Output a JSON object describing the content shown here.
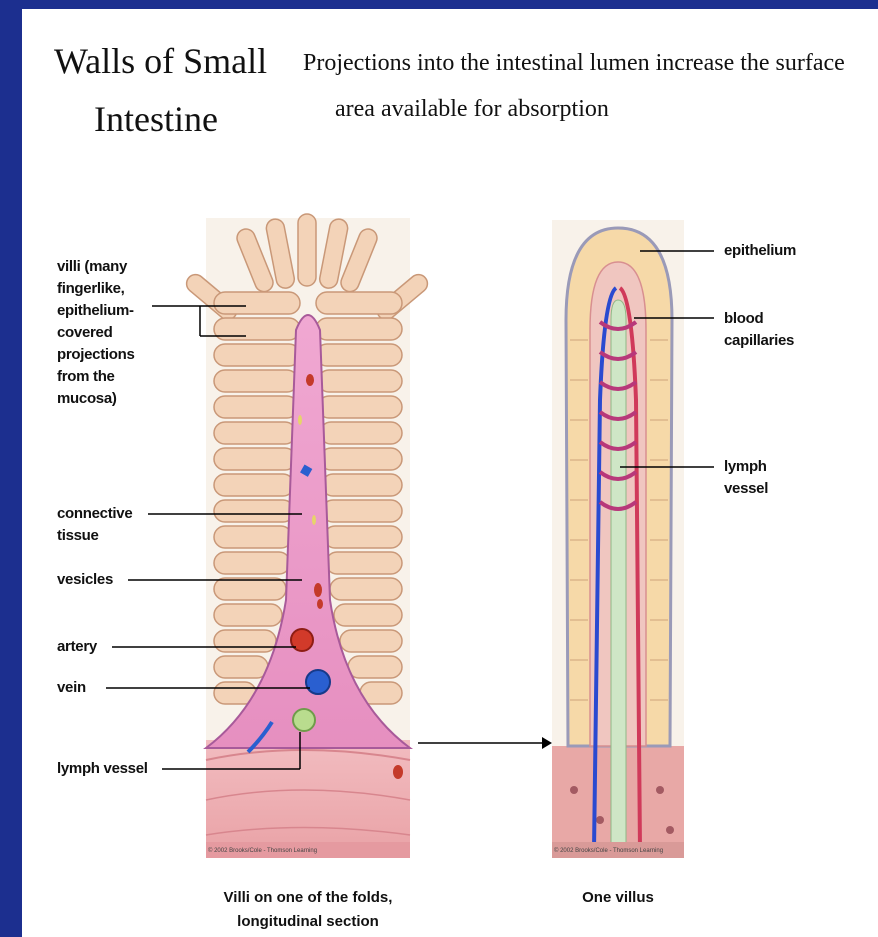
{
  "title": {
    "line1": "Walls of Small",
    "line2": "Intestine"
  },
  "subtitle": {
    "line1": "Projections into the intestinal lumen increase the surface",
    "line2": "area available for absorption"
  },
  "left_labels": {
    "villi": [
      "villi (many",
      "fingerlike,",
      "epithelium-",
      "covered",
      "projections",
      "from the",
      "mucosa)"
    ],
    "connective": [
      "connective",
      "tissue"
    ],
    "vesicles": "vesicles",
    "artery": "artery",
    "vein": "vein",
    "lymph_vessel": "lymph vessel"
  },
  "right_labels": {
    "epithelium": "epithelium",
    "blood": [
      "blood",
      "capillaries"
    ],
    "lymph": [
      "lymph",
      "vessel"
    ]
  },
  "captions": {
    "left": [
      "Villi on one of the folds,",
      "longitudinal section"
    ],
    "right": "One villus"
  },
  "credit": "© 2002 Brooks/Cole - Thomson Learning",
  "colors": {
    "background": "#1c2f8f",
    "panel": "#ffffff",
    "villi_fill": "#f3d3b8",
    "tissue": "#ec9cc9",
    "artery": "#d23a2a",
    "vein": "#2a5fd0",
    "lymph": "#b9dc8e"
  }
}
